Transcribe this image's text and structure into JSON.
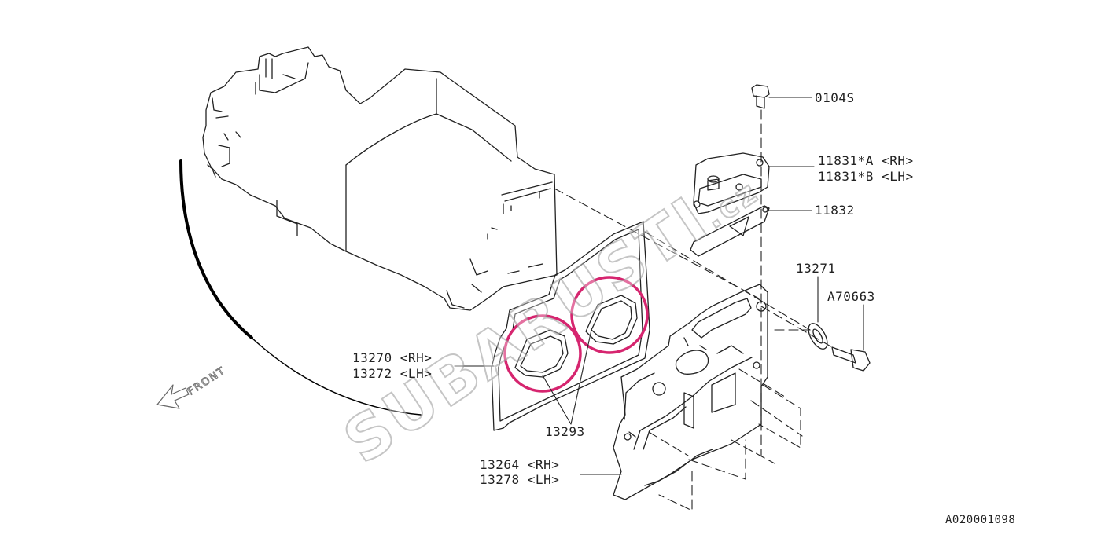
{
  "labels": {
    "bolt": "0104S",
    "cover_rh": "11831*A <RH>",
    "cover_lh": "11831*B <LH>",
    "plate": "11832",
    "washer": "13271",
    "stud": "A70663",
    "gasket_rh": "13270 <RH>",
    "gasket_lh": "13272 <LH>",
    "plug_seal": "13293",
    "rocker_rh": "13264 <RH>",
    "rocker_lh": "13278 <LH>",
    "front": "FRONT",
    "diagram_id": "A020001098"
  },
  "watermark": {
    "text": "SUBARUSTI",
    "suffix": ".cz"
  },
  "colors": {
    "line": "#222222",
    "highlight": "#d6256f",
    "watermark": "#9a9a9a"
  },
  "icons": {
    "front_arrow": "arrow-left-icon"
  }
}
